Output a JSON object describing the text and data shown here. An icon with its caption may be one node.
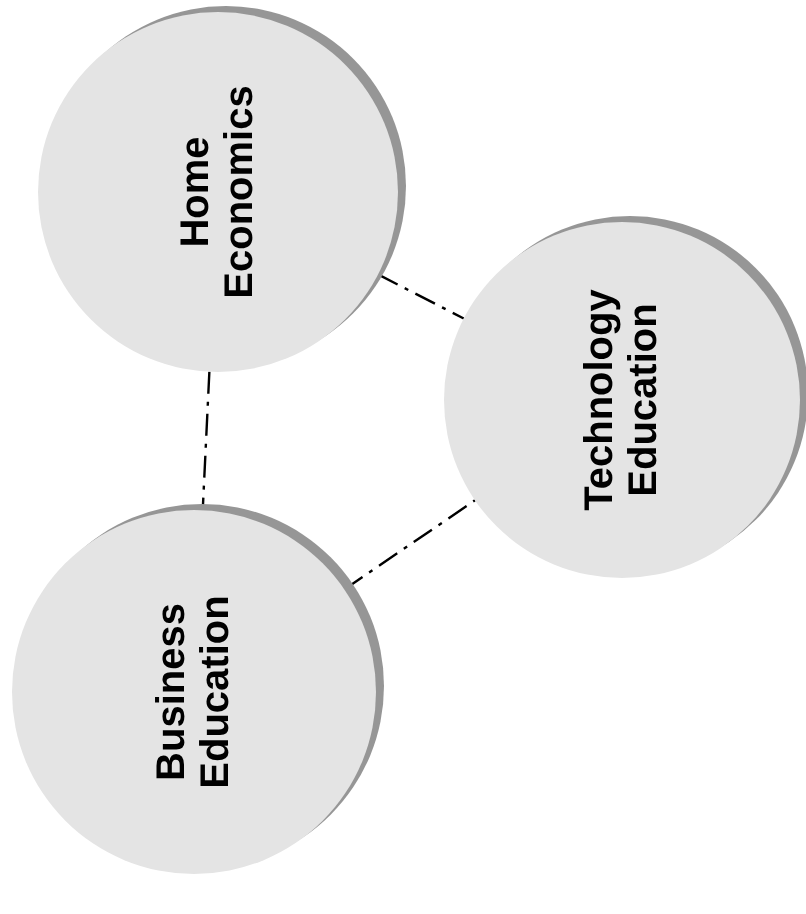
{
  "diagram": {
    "nodes": [
      {
        "text": [
          "Home Economics"
        ]
      },
      {
        "text": [
          "Technology Education"
        ]
      },
      {
        "text": [
          "Business Education"
        ]
      }
    ],
    "edges": [
      {
        "from": 0,
        "to": 1,
        "arrow": "none",
        "style": "dashed"
      },
      {
        "from": 0,
        "to": 2,
        "arrow": "none",
        "style": "dashed"
      },
      {
        "from": 2,
        "to": 1,
        "arrow": "none",
        "style": "dashed"
      }
    ]
  }
}
